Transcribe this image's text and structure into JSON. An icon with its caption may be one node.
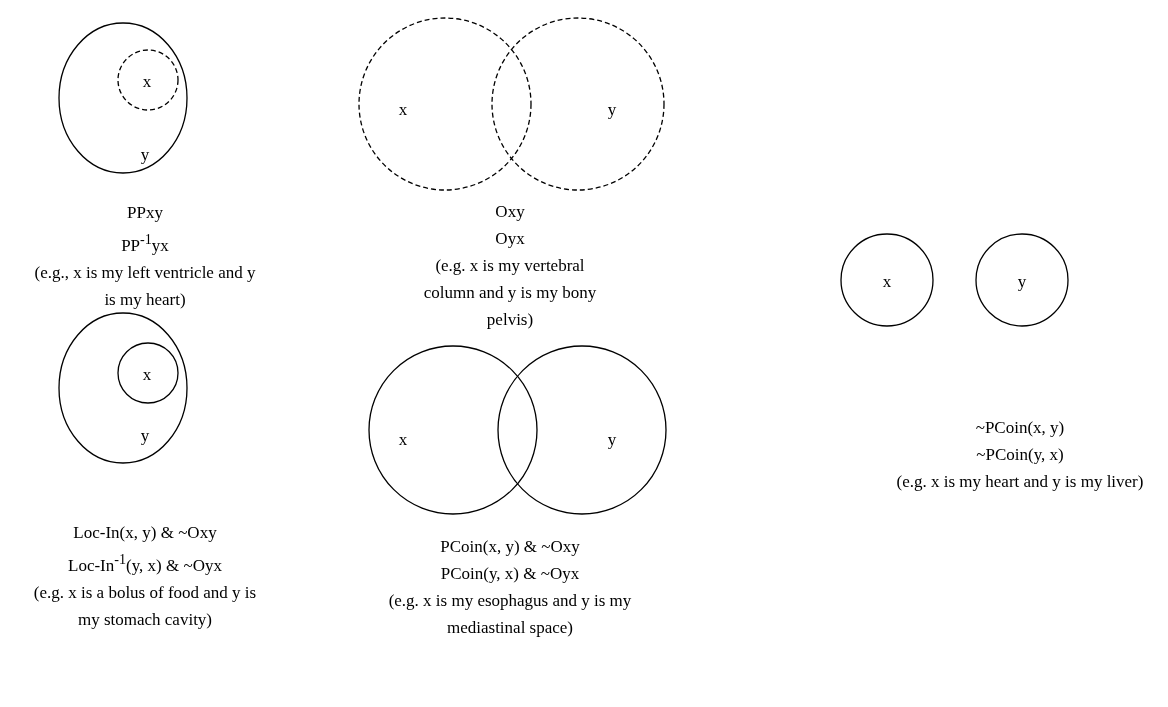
{
  "diagram": {
    "nodes": [
      {
        "text": [
          "y"
        ]
      },
      {
        "text": [
          "x"
        ],
        "in": 0
      },
      {
        "text": [
          "x"
        ]
      },
      {
        "text": [
          "y"
        ]
      },
      {
        "text": [
          "x"
        ]
      },
      {
        "text": [
          "y"
        ]
      },
      {
        "text": [
          "y"
        ]
      },
      {
        "text": [
          "x"
        ],
        "in": 6
      },
      {
        "text": [
          "x"
        ]
      },
      {
        "text": [
          "y"
        ]
      }
    ],
    "edges": [],
    "labels": [
      "PPxy",
      "PP$^{-1}$yx",
      "(e.g., x is my left ventricle and y is my heart)",
      "Oxy",
      "Oyx",
      "(e.g. x is my vertebral column and y is my bony pelvis)",
      "~PCoin(x, y)",
      "~PCoin(y, x)",
      "(e.g. x is my heart and y is my liver)",
      "Loc-In(x, y) & ~Oxy",
      "Loc-In$^{-1}$(y, x) & ~Oyx",
      "(e.g. x is a bolus of food and y is my stomach cavity)",
      "PCoin(x, y) & ~Oxy",
      "PCoin(y, x) & ~Oyx",
      "(e.g. x is my esophagus and y is my mediastinal space)"
    ]
  }
}
